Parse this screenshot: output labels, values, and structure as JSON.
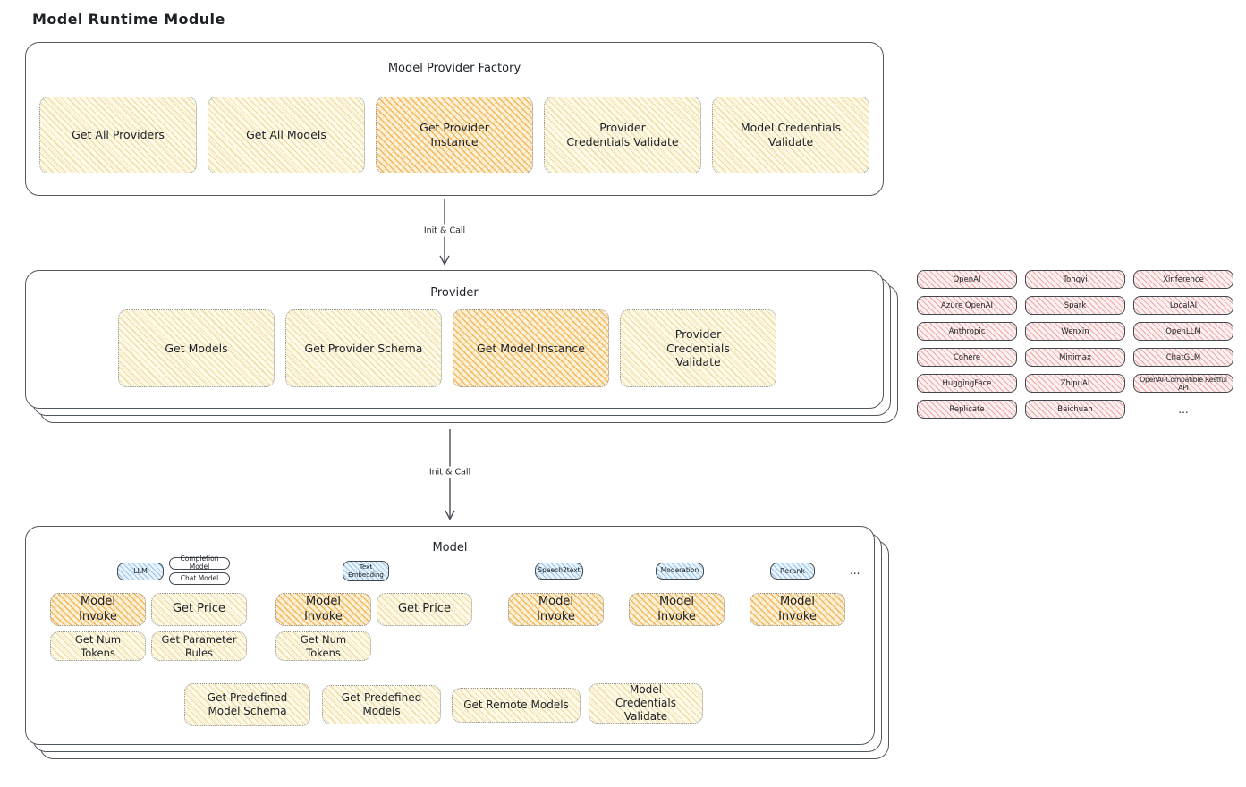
{
  "title": "Model Runtime Module",
  "colors": {
    "outline": "#53585d",
    "dotted_border": "#8d939a",
    "text": "#1d2126",
    "arrow": "#4a4f55",
    "yellow_fill": "#fefae8",
    "yellow_hatch": "#eed9a2",
    "orange_fill": "#fdf1d8",
    "orange_hatch": "#f0b95f",
    "pink_fill": "#fdf0f0",
    "pink_hatch": "#eca6a6",
    "blue_fill": "#e9f3fb",
    "blue_hatch": "#97c4e8"
  },
  "factory": {
    "title": "Model Provider Factory",
    "buttons": [
      {
        "label": "Get All Providers"
      },
      {
        "label": "Get All Models"
      },
      {
        "label": "Get Provider Instance"
      },
      {
        "label": "Provider Credentials Validate"
      },
      {
        "label": "Model Credentials Validate"
      }
    ]
  },
  "arrow1": {
    "label": "Init & Call"
  },
  "arrow2": {
    "label": "Init & Call"
  },
  "provider": {
    "title": "Provider",
    "buttons": [
      {
        "label": "Get Models"
      },
      {
        "label": "Get Provider Schema"
      },
      {
        "label": "Get Model Instance"
      },
      {
        "label": "Provider Credentials Validate"
      }
    ]
  },
  "providers_grid": {
    "items": [
      "OpenAI",
      "Tongyi",
      "Xinference",
      "Azure OpenAI",
      "Spark",
      "LocalAI",
      "Anthropic",
      "Wenxin",
      "OpenLLM",
      "Cohere",
      "Minimax",
      "ChatGLM",
      "HuggingFace",
      "ZhipuAI",
      "OpenAI-Compatible Restful API",
      "Replicate",
      "Baichuan"
    ],
    "ellipsis": "..."
  },
  "model": {
    "title": "Model",
    "tag_llm": "LLM",
    "tag_completion": "Completion Model",
    "tag_chat": "Chat Model",
    "tag_text_embedding": "Text Embedding",
    "tag_speech2text": "Speech2text",
    "tag_moderation": "Moderation",
    "tag_rerank": "Rerank",
    "ellipsis": "...",
    "fn_model_invoke": "Model Invoke",
    "fn_get_price": "Get Price",
    "fn_get_num_tokens": "Get Num Tokens",
    "fn_get_parameter_rules": "Get Parameter Rules",
    "fn_get_predefined_model_schema": "Get Predefined Model Schema",
    "fn_get_predefined_models": "Get Predefined Models",
    "fn_get_remote_models": "Get Remote Models",
    "fn_model_credentials_validate": "Model Credentials Validate"
  }
}
